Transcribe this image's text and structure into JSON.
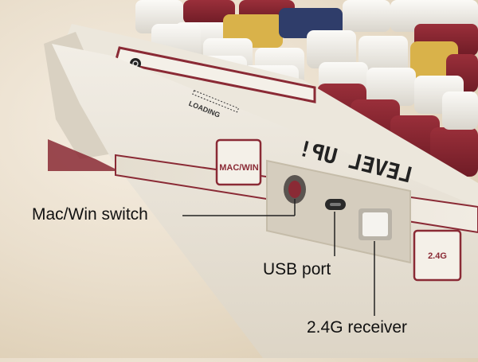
{
  "labels": {
    "mac_win_switch": "Mac/Win switch",
    "usb_port": "USB port",
    "receiver": "2.4G receiver"
  },
  "printed_on_device": {
    "mac_win": "MAC/WIN",
    "band": "2.4G",
    "level_up": "LEVEL UP!",
    "loading": "LOADING"
  },
  "colors": {
    "body": "#ebe6db",
    "trim": "#8a2a35",
    "keycap_light": "#f1efea",
    "keycap_red": "#8d2631",
    "keycap_yellow": "#d9b24a",
    "keycap_navy": "#2f3d6a",
    "port_panel": "#d8d1c3"
  },
  "icons": [
    "power-icon",
    "switch-icon",
    "usb-c-icon"
  ]
}
